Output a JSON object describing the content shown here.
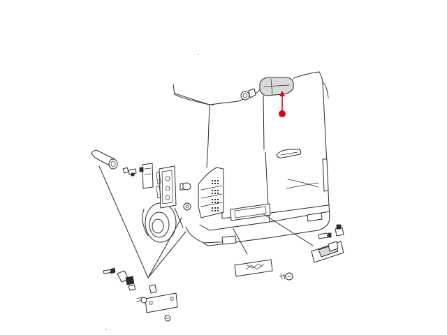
{
  "diagram": {
    "highlight": {
      "color": "#e0001b",
      "target": "high-mounted-brake-light"
    },
    "colors": {
      "line": "#2b2b2b",
      "fill": "#ffffff",
      "shade": "#d9d9d9"
    },
    "parts": [
      "van-rear-body",
      "high-mounted-brake-light",
      "brake-light-bulb",
      "rear-door-handle",
      "right-door-trim-strip",
      "left-tail-lamp-assembly",
      "tail-lamp-bulb-holder",
      "tail-lamp-bulbs",
      "tail-lamp-lens",
      "rubber-boot",
      "wiring-connector",
      "license-plate-lamp-recess",
      "license-plate-lamp",
      "license-plate-lamp-bulb",
      "reflector-left",
      "reflector-right",
      "side-marker-lamp",
      "side-marker-bulb-socket",
      "mounting-screws",
      "rear-wheel"
    ]
  }
}
